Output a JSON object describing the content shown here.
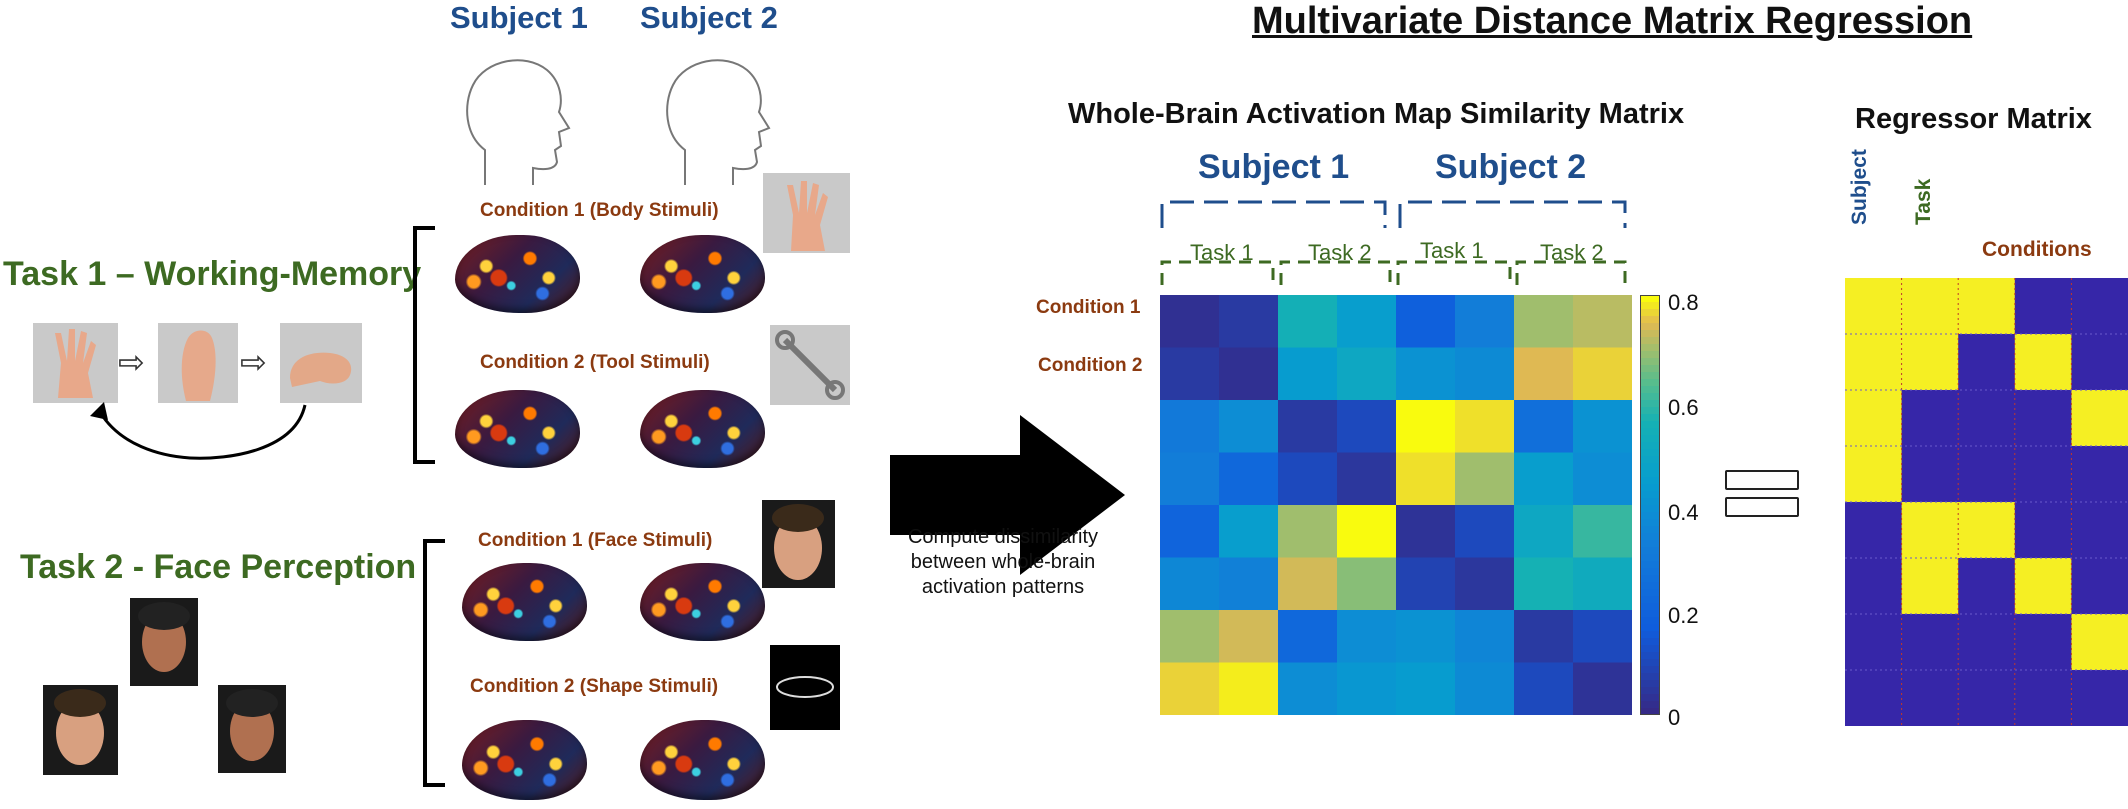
{
  "header": {
    "subject1": "Subject 1",
    "subject2": "Subject 2",
    "main_title": "Multivariate Distance Matrix Regression"
  },
  "tasks": {
    "task1_title": "Task 1 – Working-Memory",
    "task2_title": "Task 2 - Face Perception"
  },
  "conditions": {
    "t1c1": "Condition 1 (Body Stimuli)",
    "t1c2": "Condition 2 (Tool Stimuli)",
    "t2c1": "Condition 1 (Face Stimuli)",
    "t2c2": "Condition 2 (Shape Stimuli)"
  },
  "arrow_caption": [
    "Compute dissimilarity",
    "between whole-brain",
    "activation patterns"
  ],
  "similarity": {
    "title": "Whole-Brain Activation Map Similarity Matrix",
    "subject1": "Subject 1",
    "subject2": "Subject 2",
    "task_labels": [
      "Task 1",
      "Task 2",
      "Task 1",
      "Task 2"
    ],
    "row_labels": [
      "Condition 1",
      "Condition 2"
    ],
    "colorbar_ticks": [
      "0.8",
      "0.6",
      "0.4",
      "0.2",
      "0"
    ]
  },
  "regressor": {
    "title": "Regressor Matrix",
    "col_subject": "Subject",
    "col_task": "Task",
    "col_conditions": "Conditions"
  },
  "colors": {
    "subject_blue": "#1f4e8c",
    "task_green": "#3d6a22",
    "condition_brown": "#8b3a10",
    "yellow": "#f5ef23",
    "indigo": "#3626a8"
  },
  "chart_data": {
    "type": "heatmap",
    "title": "Whole-Brain Activation Map Similarity Matrix",
    "colorbar_range": [
      0,
      0.8
    ],
    "values": [
      [
        0.02,
        0.05,
        0.55,
        0.45,
        0.18,
        0.32,
        0.7,
        0.72
      ],
      [
        0.05,
        0.02,
        0.44,
        0.5,
        0.4,
        0.37,
        0.75,
        0.77
      ],
      [
        0.3,
        0.38,
        0.05,
        0.1,
        0.8,
        0.78,
        0.25,
        0.4
      ],
      [
        0.32,
        0.22,
        0.1,
        0.04,
        0.78,
        0.7,
        0.45,
        0.38
      ],
      [
        0.2,
        0.45,
        0.7,
        0.8,
        0.03,
        0.1,
        0.5,
        0.6
      ],
      [
        0.36,
        0.33,
        0.74,
        0.68,
        0.08,
        0.04,
        0.56,
        0.52
      ],
      [
        0.7,
        0.74,
        0.22,
        0.38,
        0.4,
        0.35,
        0.05,
        0.1
      ],
      [
        0.77,
        0.79,
        0.38,
        0.42,
        0.44,
        0.37,
        0.1,
        0.03
      ]
    ],
    "regressor_values": [
      [
        1,
        1,
        1,
        0,
        0
      ],
      [
        1,
        1,
        0,
        1,
        0
      ],
      [
        1,
        0,
        0,
        0,
        1
      ],
      [
        1,
        0,
        0,
        0,
        0
      ],
      [
        0,
        1,
        1,
        0,
        0
      ],
      [
        0,
        1,
        0,
        1,
        0
      ],
      [
        0,
        0,
        0,
        0,
        1
      ],
      [
        0,
        0,
        0,
        0,
        0
      ]
    ]
  }
}
